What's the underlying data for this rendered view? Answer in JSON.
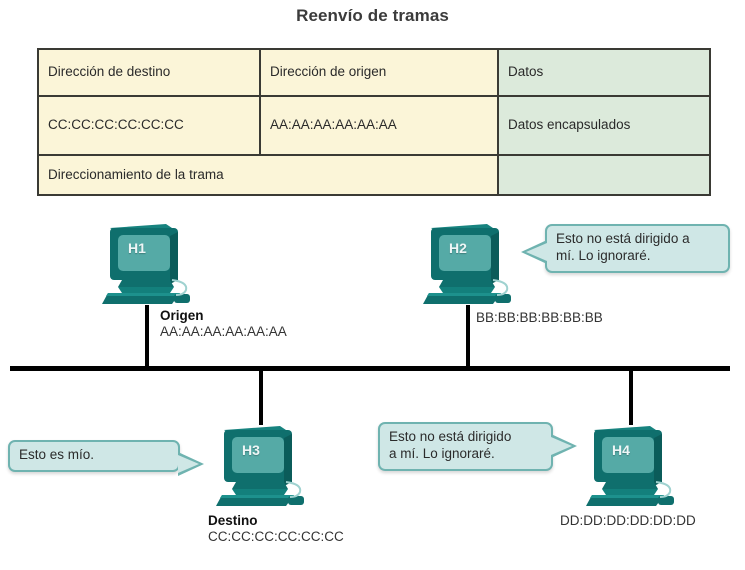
{
  "title": "Reenvío de tramas",
  "colors": {
    "cream": "#fbf5d8",
    "green": "#dceadb",
    "border": "#3a3a34",
    "bubble_fill": "#cfe7e6",
    "bubble_border": "#6fb3b0",
    "computer_teal": "#11706e",
    "computer_screen": "#4fa8a4",
    "bus": "#000000"
  },
  "frame_table": {
    "header": [
      "Dirección de destino",
      "Dirección de origen",
      "Datos"
    ],
    "body": [
      "CC:CC:CC:CC:CC:CC",
      "AA:AA:AA:AA:AA:AA",
      "Datos encapsulados"
    ],
    "footer": [
      "Direccionamiento de la trama",
      ""
    ]
  },
  "hosts": [
    {
      "id": "h1",
      "name": "H1",
      "role": "Origen",
      "mac": "AA:AA:AA:AA:AA:AA",
      "bubble": null
    },
    {
      "id": "h2",
      "name": "H2",
      "role": "",
      "mac": "BB:BB:BB:BB:BB:BB",
      "bubble": "Esto no está dirigido a\nmí. Lo ignoraré."
    },
    {
      "id": "h3",
      "name": "H3",
      "role": "Destino",
      "mac": "CC:CC:CC:CC:CC:CC",
      "bubble": "Esto es mío."
    },
    {
      "id": "h4",
      "name": "H4",
      "role": "",
      "mac": "DD:DD:DD:DD:DD:DD",
      "bubble": "Esto no está dirigido\na mí. Lo ignoraré."
    }
  ]
}
